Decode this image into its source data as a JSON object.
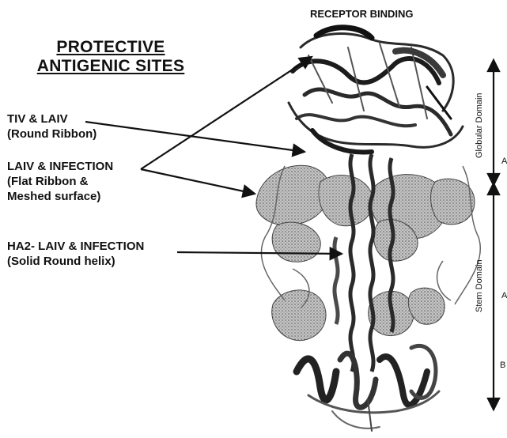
{
  "figure": {
    "top_label": "RECEPTOR BINDING",
    "heading_line1": "PROTECTIVE",
    "heading_line2": "ANTIGENIC SITES",
    "labels": [
      {
        "line1": "TIV & LAIV",
        "line2": "(Round Ribbon)",
        "line3": ""
      },
      {
        "line1": "LAIV & INFECTION",
        "line2": "(Flat Ribbon &",
        "line3": "Meshed surface)"
      },
      {
        "line1": "HA2- LAIV & INFECTION",
        "line2": "(Solid Round helix)",
        "line3": ""
      }
    ],
    "domains": {
      "globular": "Globular Domain",
      "stem": "Stem Domain",
      "marker_a1": "A",
      "marker_a2": "A",
      "marker_b": "B"
    }
  },
  "colors": {
    "ink": "#111111",
    "protein_dark": "#2a2a2a",
    "protein_mid": "#6f6f6f",
    "surface": "#b8b8b8"
  }
}
